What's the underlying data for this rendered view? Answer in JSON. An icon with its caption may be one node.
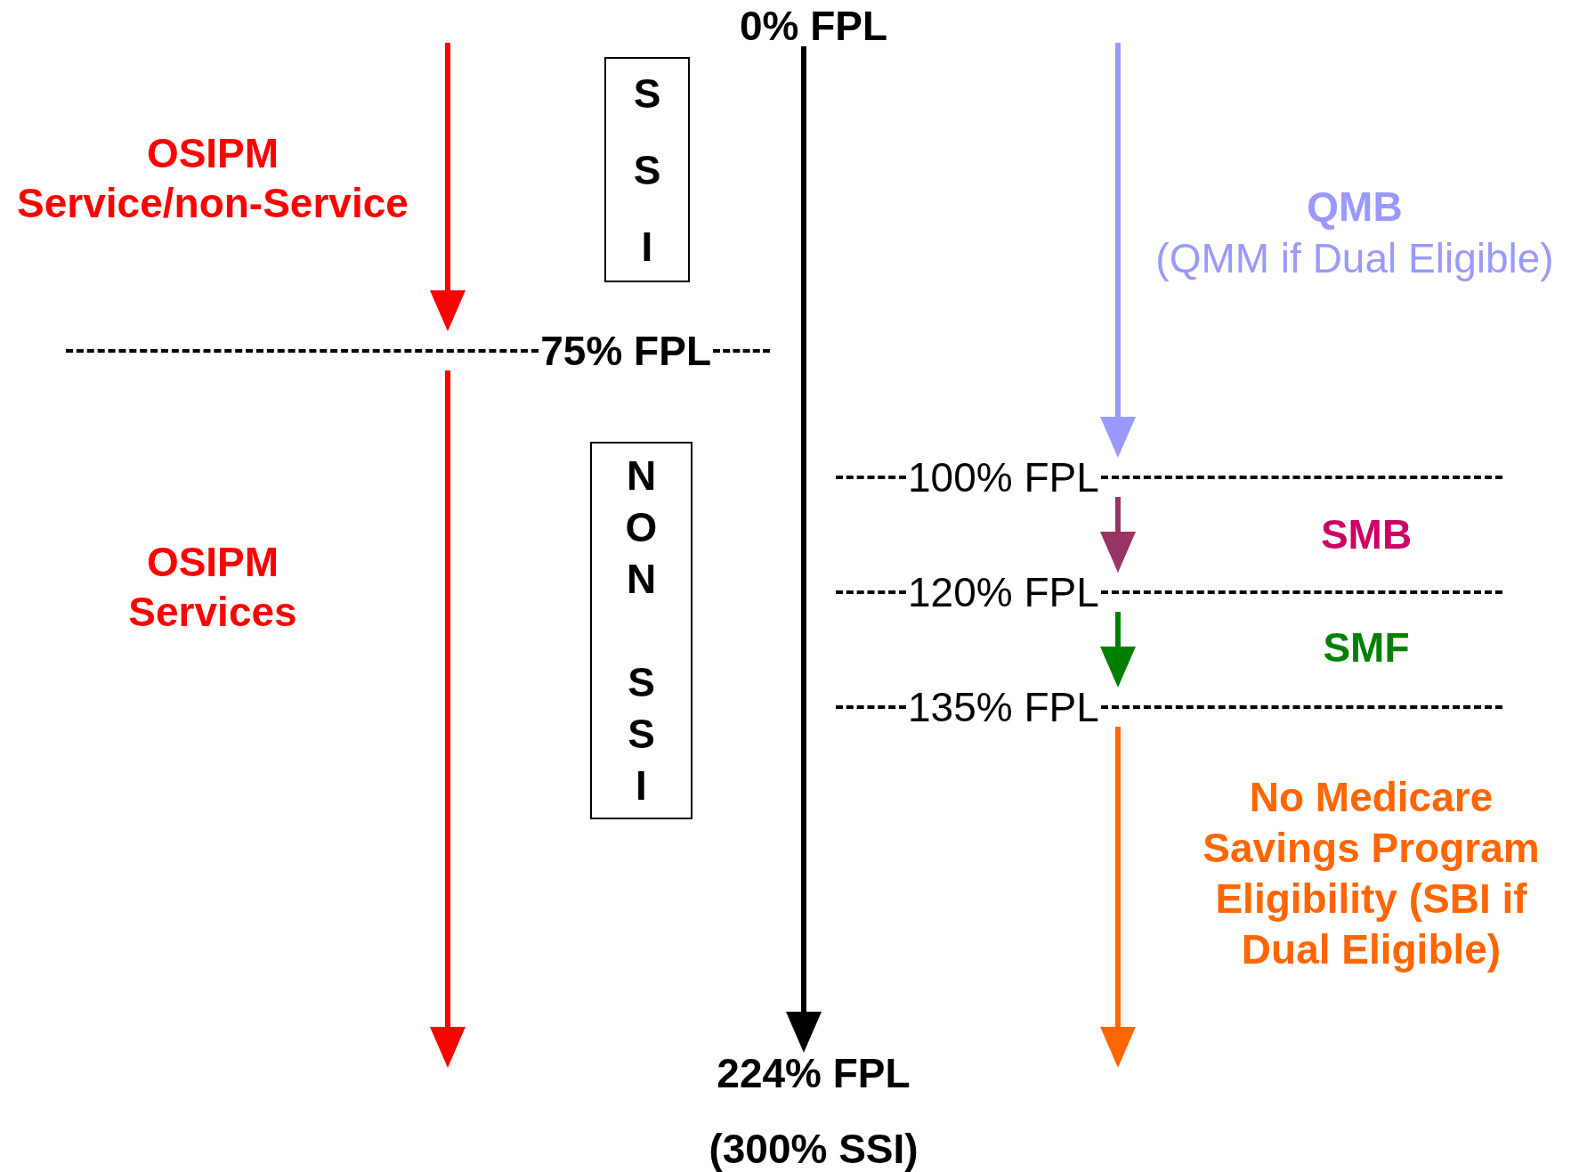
{
  "diagram": {
    "nodes": [
      {
        "text": [
          "0% FPL"
        ]
      },
      {
        "text": [
          "SSI"
        ]
      },
      {
        "text": [
          "75% FPL"
        ]
      },
      {
        "text": [
          "NON SSI"
        ]
      },
      {
        "text": [
          "100% FPL"
        ]
      },
      {
        "text": [
          "120% FPL"
        ]
      },
      {
        "text": [
          "135% FPL"
        ]
      },
      {
        "text": [
          "224% FPL"
        ],
        "beside": [
          "(300% SSI)"
        ]
      }
    ],
    "edges": [
      {
        "from": null,
        "to": 2,
        "arrow": "to",
        "color": "#ff0000"
      },
      {
        "from": 2,
        "to": null,
        "arrow": "to",
        "color": "#ff0000"
      },
      {
        "from": 0,
        "to": 7,
        "arrow": "to",
        "color": "#000000"
      },
      {
        "from": null,
        "to": 4,
        "arrow": "to",
        "color": "#9999ff"
      },
      {
        "from": 4,
        "to": 5,
        "arrow": "to",
        "color": "#993366"
      },
      {
        "from": 5,
        "to": 6,
        "arrow": "to",
        "color": "#008000"
      },
      {
        "from": 6,
        "to": null,
        "arrow": "to",
        "color": "#ff6600"
      }
    ],
    "labels": [
      "OSIPM Service/non-Service",
      "OSIPM Services",
      "QMB",
      "(QMM if Dual Eligible)",
      "SMB",
      "SMF",
      "No Medicare Savings Program Eligibility (SBI if Dual Eligible)"
    ]
  }
}
